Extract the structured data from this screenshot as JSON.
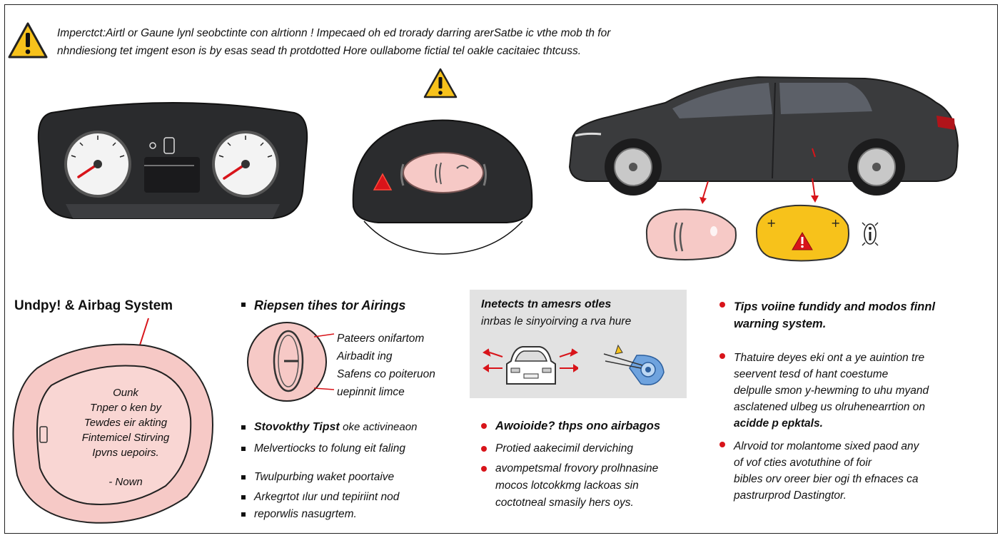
{
  "warning_banner": {
    "line1": "Imperctct:Airtl or Gaune lynl seobctinte con alrtionn ! Impecaed oh ed trorady darring arerSatbe ic vthe mob th for",
    "line2": "nhndiesiong tet imgent eson is by esas sead th protdotted Hore oullabome fictial tel oakle cacitaiec thtcuss."
  },
  "bubble_airbag": {
    "lines": [
      "Ounk",
      "Tnper o ken by",
      "Tewdes eir akting",
      "Fintemicel Stirving",
      "Ipvns uepoirs."
    ],
    "sign": "- Nown"
  },
  "col1": {
    "title": "Undpy! & Airbag System"
  },
  "col2": {
    "title": "Riepsen tihes tor Airings",
    "diagram_labels": [
      "Pateers onifartom",
      "Airbadit ing",
      "Safens co poiteruon",
      "uepinnit limce"
    ],
    "tips_title": "Stovokthy Tipst",
    "tips_title_rest": "oke activineaon",
    "bullets": [
      "Melvertiocks to folung eit faling",
      "Twulpurbing waket poortaive",
      "Arkegrtot ılur und tepiriint nod",
      "reporwlis nasugrtem."
    ]
  },
  "col3": {
    "box_line1": "Inetects tn amesrs otles",
    "box_line2": "inrbas le sinyoirving a rva hure",
    "tips_title": "Awoioide? thps ono airbagos",
    "bullets": [
      "Protied aakecimil derviching",
      "avompetsmal frovory prolhnasine"
    ],
    "bullet_cont": [
      "mocos lotcokkmg lackoas sin",
      "coctotneal smasily hers oys."
    ]
  },
  "col4": {
    "title_line1": "Tips voiine fundidy and modos finnl",
    "title_line2": "warning system.",
    "p1_lines": [
      "Thatuire deyes eki ont a ye auintion tre",
      "seervent tesd of hant coestume",
      "delpulle smon y-hewming to uhu myand",
      "asclatened ulbeg us olruhenearrtion on"
    ],
    "p1_bold": "acidde p epktals.",
    "p2_lines": [
      "Alrvoid tor molantome sixed paod any",
      "of vof cties avotuthine of foir",
      "bibles orv oreer bier ogi th efnaces ca",
      "pastrurprod Dastingtor."
    ]
  },
  "colors": {
    "accent_red": "#d8141a",
    "warning_yellow": "#f7c21b",
    "airbag_pink": "#f6c9c6",
    "car_body": "#3a3b3d",
    "panel_gray": "#e2e2e2"
  },
  "icons": [
    "warning-triangle-icon",
    "airbag-warning-icon",
    "seatbelt-icon",
    "car-icon",
    "info-icon"
  ]
}
